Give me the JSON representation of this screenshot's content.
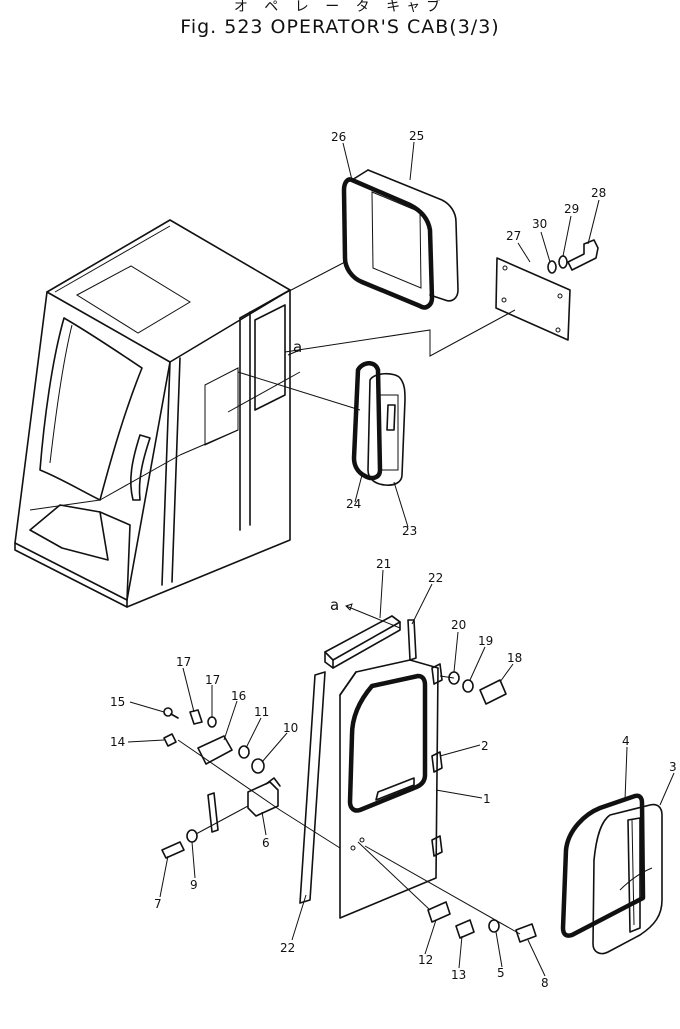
{
  "title_jp": "オ ペ レ ー タ キャブ",
  "title_en": "Fig. 523 OPERATOR'S CAB(3/3)",
  "reference_mark": "a",
  "callouts": [
    "1",
    "2",
    "3",
    "4",
    "5",
    "8",
    "9",
    "10",
    "11",
    "12",
    "13",
    "14",
    "15",
    "16",
    "17",
    "18",
    "19",
    "20",
    "21",
    "22",
    "23",
    "24",
    "25",
    "26",
    "27",
    "28",
    "29",
    "30"
  ],
  "callouts_misc": {
    "c5": "5",
    "c6": "6",
    "c7": "7",
    "c9b": "9",
    "c22b": "22"
  }
}
